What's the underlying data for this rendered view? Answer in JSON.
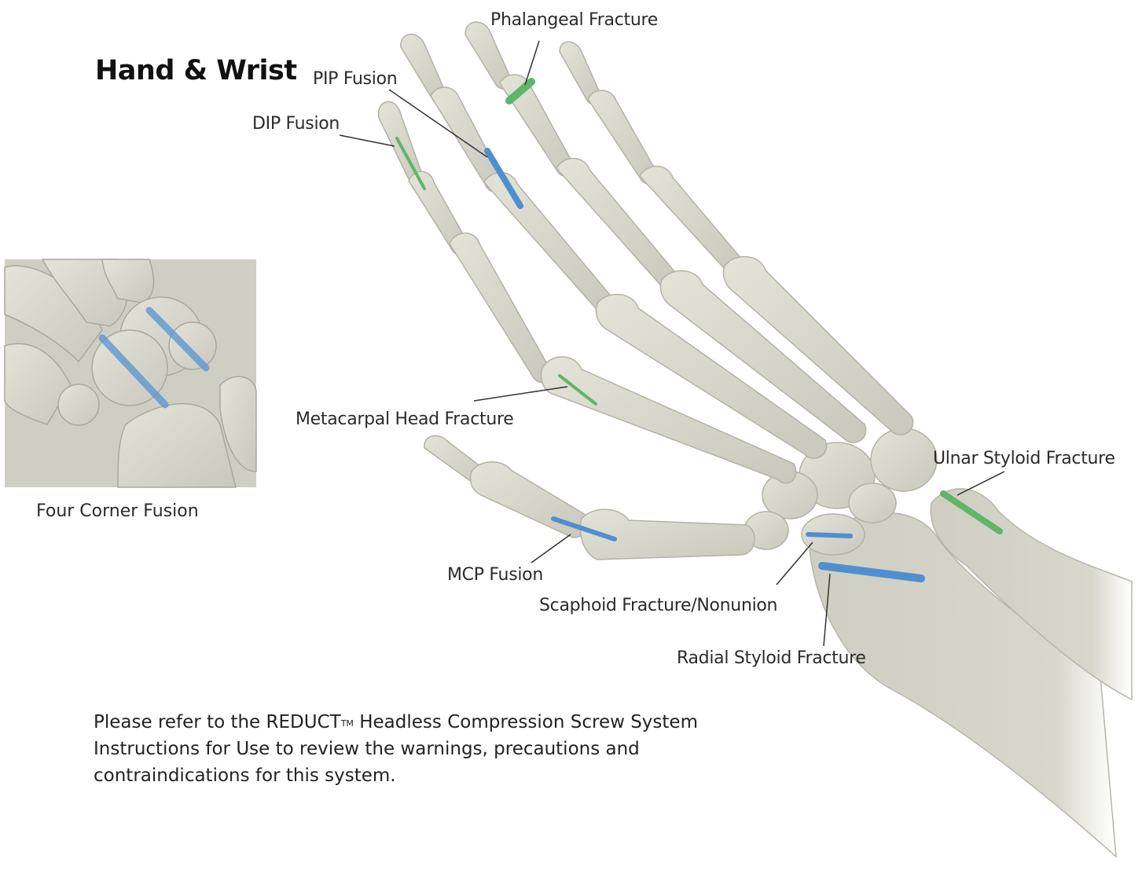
{
  "title": "Hand & Wrist",
  "callouts": {
    "phalangeal": "Phalangeal Fracture",
    "pip": "PIP Fusion",
    "dip": "DIP Fusion",
    "metacarpal_head": "Metacarpal Head Fracture",
    "ulnar_styloid": "Ulnar Styloid Fracture",
    "mcp": "MCP Fusion",
    "scaphoid": "Scaphoid Fracture/Nonunion",
    "radial_styloid": "Radial Styloid Fracture"
  },
  "inset": {
    "label": "Four Corner Fusion"
  },
  "disclaimer": {
    "before": "Please refer to the REDUCT",
    "trademark": "TM",
    "after": " Headless Compression Screw System Instructions for Use to review the warnings, precautions and contraindications for this system."
  },
  "colors": {
    "bone": "#d9d8cc",
    "bone_shadow": "#b9b8ac",
    "screw_blue": "#4f8fd0",
    "screw_green": "#5fb56a",
    "leader": "#333333"
  }
}
